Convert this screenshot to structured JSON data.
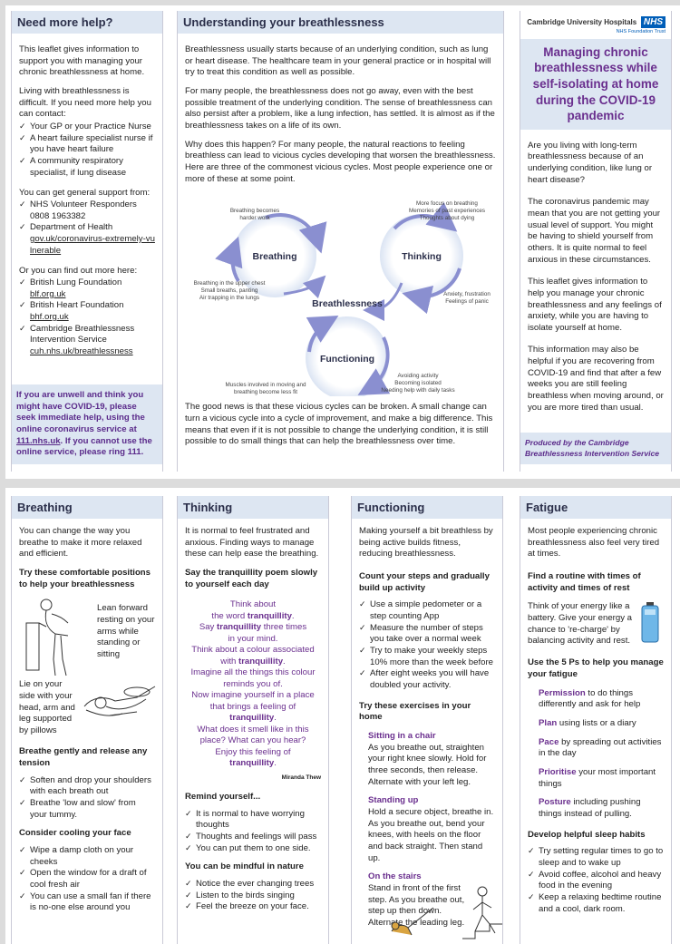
{
  "top": {
    "need_help": {
      "title": "Need more help?",
      "intro": "This leaflet gives information to support you with managing your chronic breathlessness at home.",
      "living": "Living with breathlessness is difficult. If you need more help you can contact:",
      "contacts": [
        "Your GP or your Practice Nurse",
        "A heart failure specialist nurse if you have heart failure",
        "A community respiratory specialist, if lung disease"
      ],
      "general": "You can get general support from:",
      "general_items": [
        {
          "line1": "NHS Volunteer Responders",
          "line2": "0808 1963382"
        },
        {
          "line1": "Department of Health",
          "line2": "gov.uk/coronavirus-extremely-vulnerable"
        }
      ],
      "more": "Or you can find out more here:",
      "more_items": [
        {
          "line1": "British Lung Foundation",
          "line2": "blf.org.uk"
        },
        {
          "line1": "British Heart Foundation",
          "line2": "bhf.org.uk"
        },
        {
          "line1": "Cambridge Breathlessness Intervention Service",
          "line2": "cuh.nhs.uk/breathlessness"
        }
      ],
      "callout_1": "If you are unwell and think you might have COVID-19, please seek immediate help, using the online coronavirus service at ",
      "callout_link": "111.nhs.uk",
      "callout_2": ". If you cannot use the online service, please ring 111."
    },
    "understanding": {
      "title": "Understanding your breathlessness",
      "p1": "Breathlessness usually starts because of an underlying condition, such as lung or heart disease. The healthcare team in your general practice or in hospital will try to treat this condition as well as possible.",
      "p2": "For many people, the breathlessness does not go away, even with the best possible treatment of the underlying condition. The sense of breathlessness can also persist after a problem, like a lung infection, has settled. It is almost as if the breathlessness takes on a life of its own.",
      "p3": "Why does this happen? For many people, the natural reactions to feeling breathless can lead to vicious cycles developing that worsen the breathlessness. Here are three of the commonest vicious cycles. Most people experience one or more of these at some point.",
      "diagram": {
        "center": "Breathlessness",
        "breathing": "Breathing",
        "thinking": "Thinking",
        "functioning": "Functioning",
        "breathing_top": [
          "Breathing becomes",
          "harder work"
        ],
        "breathing_side": [
          "Breathing in the upper chest",
          "Small breaths, panting",
          "Air trapping in the lungs"
        ],
        "thinking_top": [
          "More focus on breathing",
          "Memories of past experiences",
          "Thoughts about dying"
        ],
        "thinking_side": [
          "Anxiety, frustration",
          "Feelings of panic"
        ],
        "func_left": [
          "Muscles involved in moving and",
          "breathing become less fit"
        ],
        "func_right": [
          "Avoiding activity",
          "Becoming isolated",
          "Needing help with daily tasks"
        ]
      },
      "p4": "The good news is that these vicious cycles can be broken. A small change can turn a vicious cycle into a cycle of improvement, and make a big difference. This means that even if it is not possible to change the underlying condition, it is still possible to do small things that can help the breathlessness over time."
    },
    "cover": {
      "org": "Cambridge University Hospitals",
      "nhs": "NHS",
      "trust": "NHS Foundation Trust",
      "title": "Managing chronic breathlessness while self-isolating at home during the COVID-19 pandemic",
      "p1": "Are you living with long-term breathlessness because of an underlying condition, like lung or heart disease?",
      "p2": "The coronavirus pandemic may mean that you are not getting your usual level of support. You might be having to shield yourself from others. It is quite normal to feel anxious in these circumstances.",
      "p3": "This leaflet gives information to help you manage your chronic breathlessness and any feelings of anxiety, while you are having to isolate yourself at home.",
      "p4": "This information may also be helpful if you are recovering from COVID-19 and find that after a few weeks you are still feeling breathless when moving around, or you are more tired than usual.",
      "footer": "Produced by the Cambridge Breathlessness Intervention Service"
    }
  },
  "bottom": {
    "breathing": {
      "title": "Breathing",
      "p1": "You can change the way you breathe to make it more relaxed and efficient.",
      "h1": "Try these comfortable positions to help your breathlessness",
      "pos1": "Lean forward resting on your arms while standing or sitting",
      "pos2": "Lie on your side with your head, arm and leg supported by pillows",
      "h2": "Breathe gently and release any tension",
      "items1": [
        "Soften and drop your shoulders with each breath out",
        "Breathe 'low and slow' from your tummy."
      ],
      "h3": "Consider cooling your face",
      "items2": [
        "Wipe a damp cloth on your cheeks",
        "Open the window for a draft of cool fresh air",
        "You can use a small fan if there is no-one else around you"
      ]
    },
    "thinking": {
      "title": "Thinking",
      "p1": "It is normal to feel frustrated and anxious. Finding ways to manage these can help ease the breathing.",
      "h1": "Say the tranquillity poem slowly to yourself each day",
      "poem": [
        [
          "Think about",
          ""
        ],
        [
          "the word ",
          "tranquillity",
          "."
        ],
        [
          "Say ",
          "tranquillity",
          " three times"
        ],
        [
          "in your mind.",
          ""
        ],
        [
          "Think about a colour associated",
          ""
        ],
        [
          "with ",
          "tranquillity",
          "."
        ],
        [
          "Imagine all the things this colour",
          ""
        ],
        [
          "reminds you of.",
          ""
        ],
        [
          "Now imagine yourself in a place",
          ""
        ],
        [
          "that brings a feeling of",
          ""
        ],
        [
          "",
          "tranquillity",
          "."
        ],
        [
          "What does it smell like in this",
          ""
        ],
        [
          "place? What can you hear?",
          ""
        ],
        [
          "Enjoy this feeling of",
          ""
        ],
        [
          "",
          "tranquillity",
          "."
        ]
      ],
      "author": "Miranda Thew",
      "h2": "Remind yourself...",
      "items1": [
        "It is normal to have worrying thoughts",
        "Thoughts and feelings will pass",
        "You can put them to one side."
      ],
      "h3": "You can be mindful in nature",
      "items2": [
        "Notice the ever changing trees",
        "Listen to the birds singing",
        "Feel the breeze on your face."
      ]
    },
    "functioning": {
      "title": "Functioning",
      "p1": "Making yourself a bit breathless by being active builds fitness, reducing breathlessness.",
      "h1": "Count your steps and gradually build up activity",
      "items1": [
        "Use a simple pedometer or a step counting App",
        "Measure the number of steps you take over a normal week",
        "Try to make your weekly steps 10% more than the week before",
        "After eight weeks you will have doubled your activity."
      ],
      "h2": "Try these exercises in your home",
      "ex1_title": "Sitting in a chair",
      "ex1": "As you breathe out, straighten your right knee slowly. Hold for three seconds, then release. Alternate with your left leg.",
      "ex2_title": "Standing up",
      "ex2": "Hold a secure object, breathe in. As you breathe out, bend your knees, with heels on the floor and back straight. Then stand up.",
      "ex3_title": "On the stairs",
      "ex3": "Stand in front of the first step. As you breathe out, step up then down. Alternate the leading leg."
    },
    "fatigue": {
      "title": "Fatigue",
      "p1": "Most people experiencing chronic breathlessness also feel very tired at times.",
      "h1": "Find a routine with times of activity and times of rest",
      "p2": "Think of your energy like a battery. Give your energy a chance to 're-charge' by balancing activity and rest.",
      "h2": "Use the 5 Ps to help you manage your fatigue",
      "ps": [
        {
          "k": "Permission",
          "v": " to do things differently and ask for help"
        },
        {
          "k": "Plan",
          "v": " using lists or a diary"
        },
        {
          "k": "Pace",
          "v": " by spreading out activities in the day"
        },
        {
          "k": "Prioritise",
          "v": " your most important things"
        },
        {
          "k": "Posture",
          "v": " including pushing things instead of pulling."
        }
      ],
      "h3": "Develop helpful sleep habits",
      "items": [
        "Try setting regular times to go to sleep and to wake up",
        "Avoid coffee, alcohol and heavy food in the evening",
        "Keep a relaxing bedtime routine and a cool, dark room."
      ]
    }
  }
}
